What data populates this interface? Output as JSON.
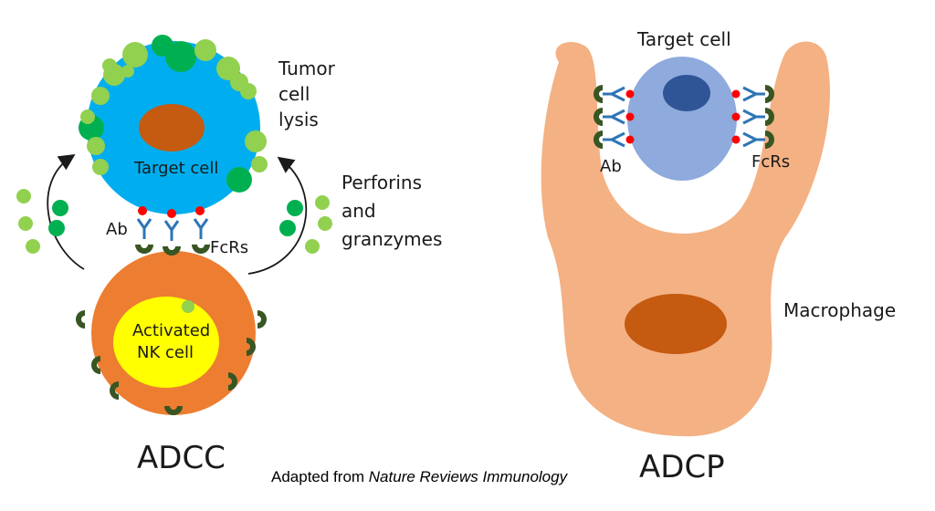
{
  "adcc": {
    "title": "ADCC",
    "target_label": "Target cell",
    "nk_label_line1": "Activated",
    "nk_label_line2": "NK cell",
    "lysis_line1": "Tumor",
    "lysis_line2": "cell",
    "lysis_line3": "lysis",
    "granule_line1": "Perforins",
    "granule_line2": "and",
    "granule_line3": "granzymes",
    "ab_label": "Ab",
    "fcr_label": "FcRs"
  },
  "adcp": {
    "title": "ADCP",
    "target_label": "Target cell",
    "macrophage_label": "Macrophage",
    "ab_label": "Ab",
    "fcr_label": "FcRs"
  },
  "caption": {
    "prefix": "Adapted from ",
    "source": "Nature Reviews Immunology"
  },
  "colors": {
    "target_blue": "#00aeef",
    "nk_orange": "#ed7d31",
    "nk_core_yellow": "#ffff00",
    "nucleus_brown": "#c55a11",
    "granule_light_green": "#92d050",
    "granule_dark_green": "#00b050",
    "receptor_dark_green": "#375623",
    "antibody_blue": "#2e75b6",
    "antigen_red": "#ff0000",
    "macrophage_peach": "#f4b183",
    "adcp_target_blue": "#8faadc",
    "adcp_nucleus_navy": "#2f5597"
  }
}
